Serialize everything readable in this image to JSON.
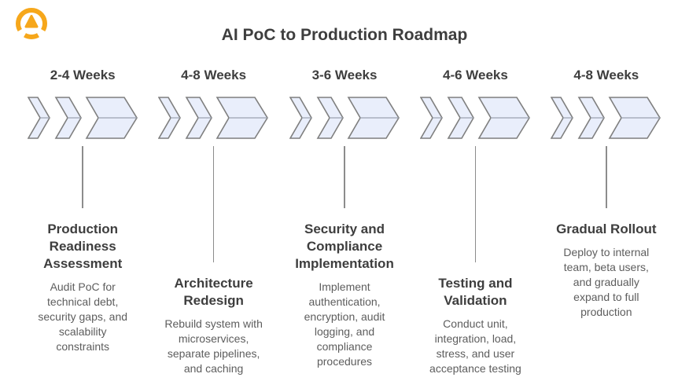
{
  "page": {
    "title": "AI PoC to Production Roadmap"
  },
  "logo": {
    "icon": "mountain-in-broken-ring-logo",
    "color": "#F6A71B"
  },
  "colors": {
    "chevron_fill": "#E9EEFB",
    "chevron_stroke": "#7F7F7F",
    "heading_text": "#3E3E3E",
    "body_text": "#5D5D5D",
    "connector_line": "#8C8C8C",
    "background": "#FFFFFF"
  },
  "chevron_icon": "triple-chevron-right",
  "phases": [
    {
      "duration": "2-4 Weeks",
      "title": "Production Readiness Assessment",
      "description": "Audit PoC for technical debt, security gaps, and scalability constraints"
    },
    {
      "duration": "4-8 Weeks",
      "title": "Architecture Redesign",
      "description": "Rebuild system with microservices, separate pipelines, and caching"
    },
    {
      "duration": "3-6 Weeks",
      "title": "Security and Compliance Implementation",
      "description": "Implement authentication, encryption, audit logging, and compliance procedures"
    },
    {
      "duration": "4-6 Weeks",
      "title": "Testing and Validation",
      "description": "Conduct unit, integration, load, stress, and user acceptance testing"
    },
    {
      "duration": "4-8 Weeks",
      "title": "Gradual Rollout",
      "description": "Deploy to internal team, beta users, and gradually expand to full production"
    }
  ]
}
